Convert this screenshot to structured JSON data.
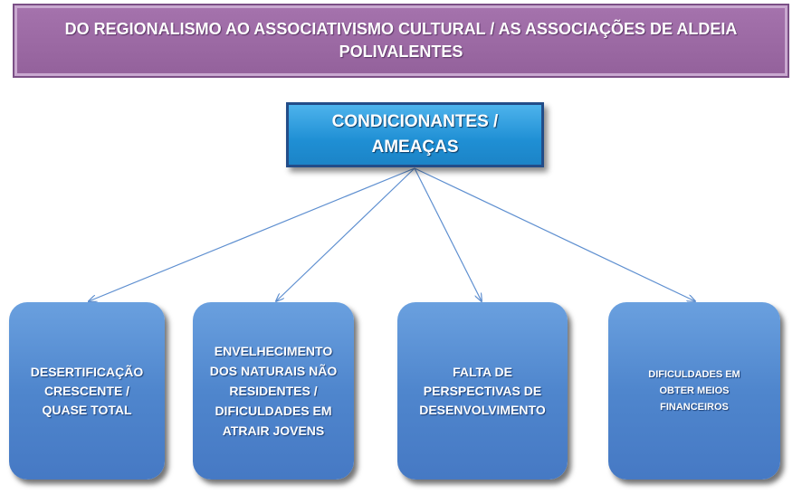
{
  "title": "DO REGIONALISMO AO ASSOCIATIVISMO CULTURAL /  AS ASSOCIAÇÕES DE ALDEIA POLIVALENTES",
  "root": {
    "label": "CONDICIONANTES / AMEAÇAS"
  },
  "leaves": [
    {
      "label": "DESERTIFICAÇÃO CRESCENTE  / QUASE TOTAL"
    },
    {
      "label": "ENVELHECIMENTO DOS NATURAIS NÃO RESIDENTES / DIFICULDADES EM ATRAIR JOVENS"
    },
    {
      "label": "FALTA DE PERSPECTIVAS DE DESENVOLVIMENTO"
    },
    {
      "label": "DIFICULDADES EM OBTER MEIOS FINANCEIROS"
    }
  ],
  "colors": {
    "title_bg": "#9966a3",
    "root_bg": "#2596d8",
    "leaf_bg": "#5b90d6",
    "connector": "#5e8fd0"
  }
}
